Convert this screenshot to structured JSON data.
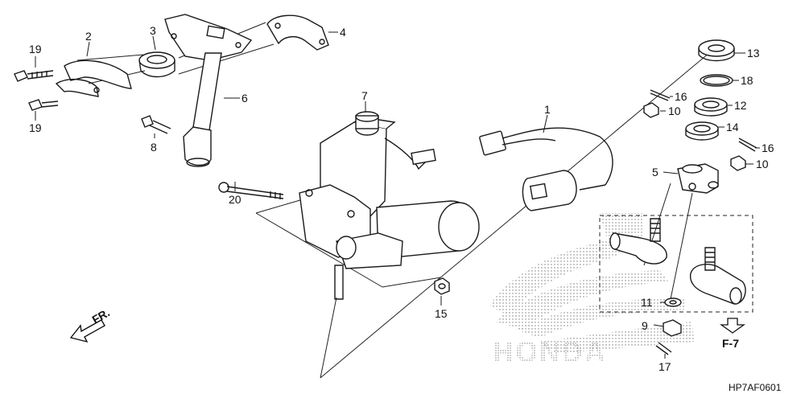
{
  "callouts": [
    {
      "num": "1"
    },
    {
      "num": "2"
    },
    {
      "num": "3"
    },
    {
      "num": "4"
    },
    {
      "num": "5"
    },
    {
      "num": "6"
    },
    {
      "num": "7"
    },
    {
      "num": "8"
    },
    {
      "num": "9"
    },
    {
      "num": "10"
    },
    {
      "num": "10"
    },
    {
      "num": "11"
    },
    {
      "num": "12"
    },
    {
      "num": "13"
    },
    {
      "num": "14"
    },
    {
      "num": "15"
    },
    {
      "num": "16"
    },
    {
      "num": "16"
    },
    {
      "num": "17"
    },
    {
      "num": "18"
    },
    {
      "num": "19"
    },
    {
      "num": "19"
    },
    {
      "num": "20"
    }
  ],
  "front_arrow": {
    "label": "FR."
  },
  "reference": {
    "label": "F-7"
  },
  "watermark": {
    "text": "HONDA"
  },
  "diagram_code": "HP7AF0601"
}
